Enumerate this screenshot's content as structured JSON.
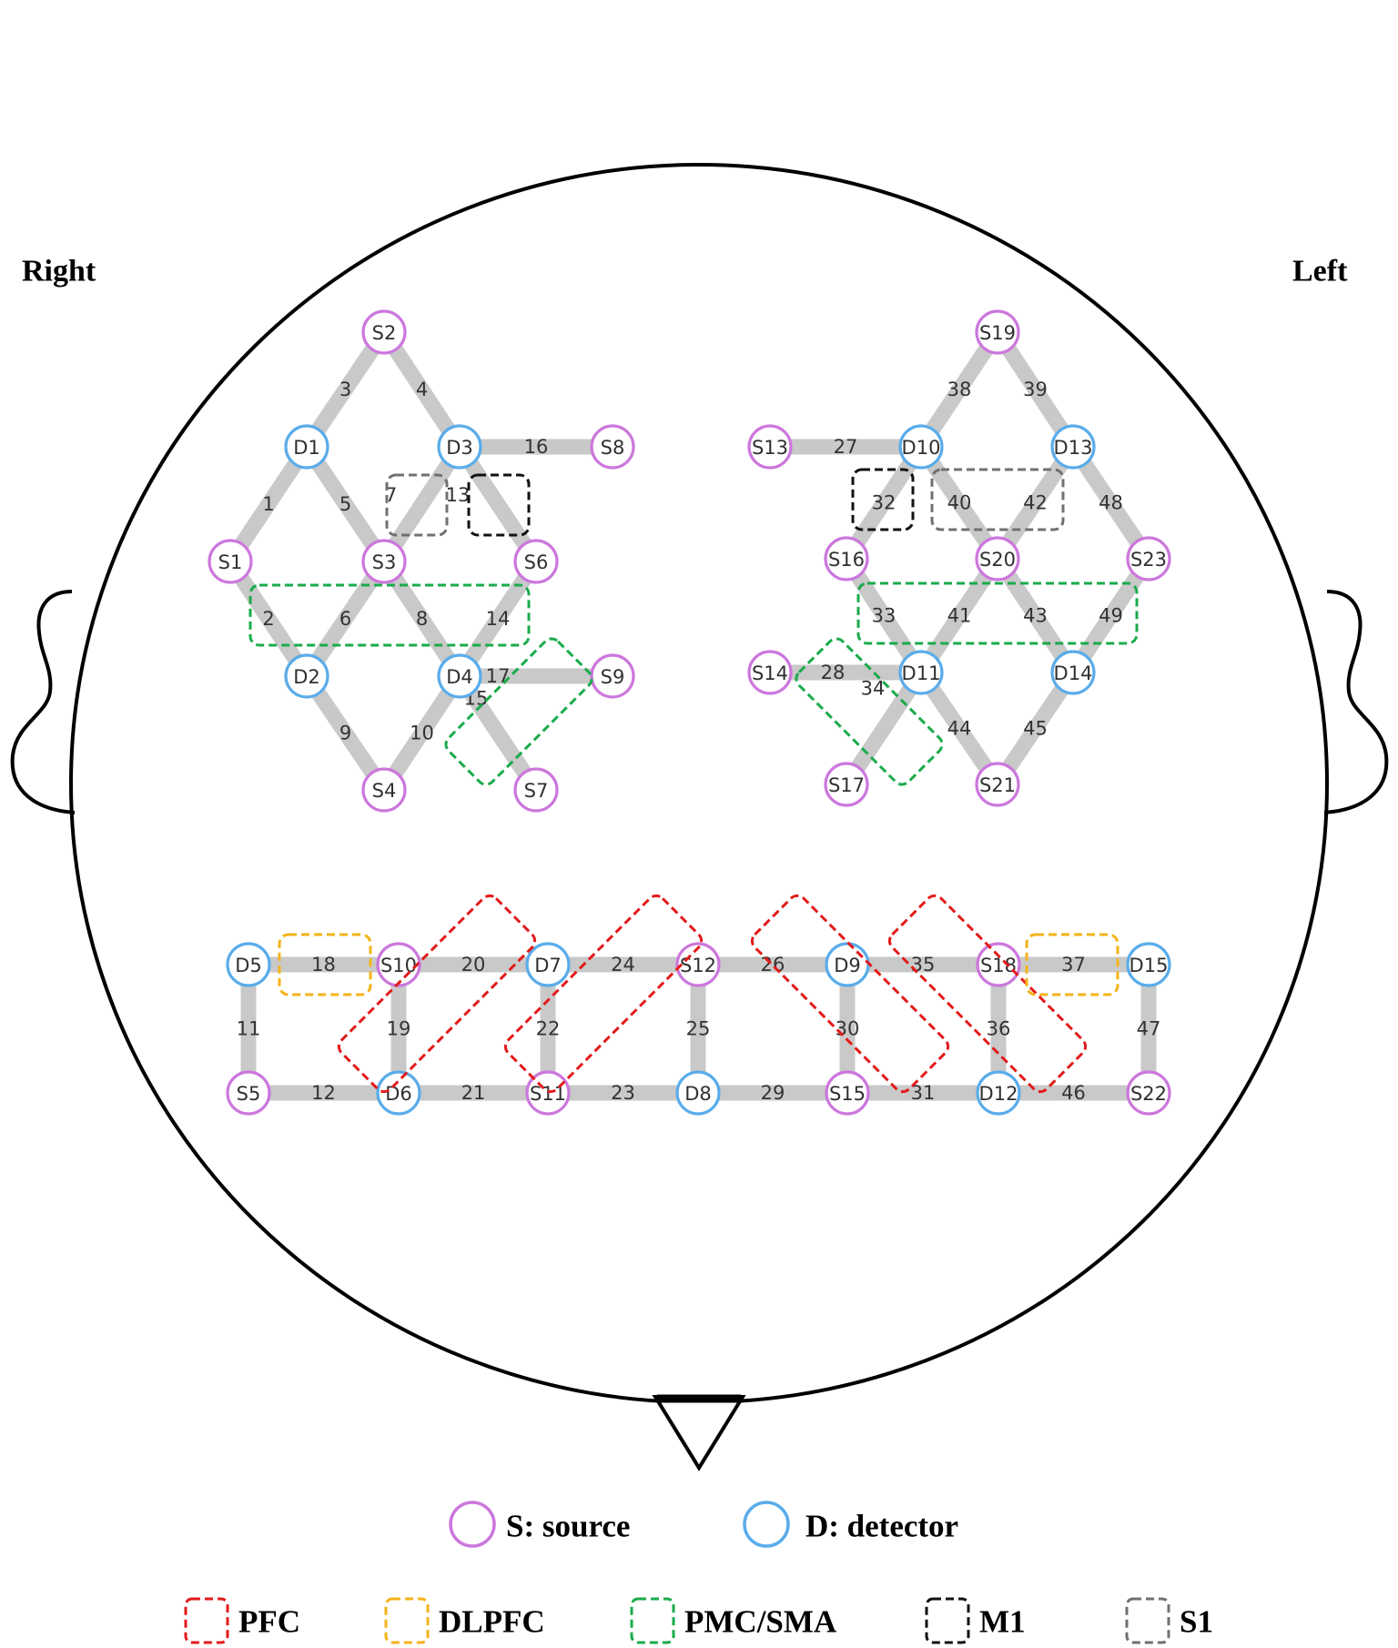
{
  "labels": {
    "right": "Right",
    "left": "Left"
  },
  "legend": {
    "source": "S: source",
    "detector": "D: detector",
    "regions": [
      {
        "key": "PFC",
        "label": "PFC",
        "color": "#e21b1b"
      },
      {
        "key": "DLPFC",
        "label": "DLPFC",
        "color": "#f5b31a"
      },
      {
        "key": "PMC",
        "label": "PMC/SMA",
        "color": "#1aab4b"
      },
      {
        "key": "M1",
        "label": "M1",
        "color": "#111111"
      },
      {
        "key": "S1",
        "label": "S1",
        "color": "#707070"
      }
    ]
  },
  "colors": {
    "source": "#cc77dd",
    "detector": "#5aacea",
    "channel": "#c9c9c9",
    "outline": "#000000"
  },
  "optodes": [
    {
      "id": "S1",
      "type": "source"
    },
    {
      "id": "S2",
      "type": "source"
    },
    {
      "id": "S3",
      "type": "source"
    },
    {
      "id": "S4",
      "type": "source"
    },
    {
      "id": "S5",
      "type": "source"
    },
    {
      "id": "S6",
      "type": "source"
    },
    {
      "id": "S7",
      "type": "source"
    },
    {
      "id": "S8",
      "type": "source"
    },
    {
      "id": "S9",
      "type": "source"
    },
    {
      "id": "S10",
      "type": "source"
    },
    {
      "id": "S11",
      "type": "source"
    },
    {
      "id": "S12",
      "type": "source"
    },
    {
      "id": "S13",
      "type": "source"
    },
    {
      "id": "S14",
      "type": "source"
    },
    {
      "id": "S15",
      "type": "source"
    },
    {
      "id": "S16",
      "type": "source"
    },
    {
      "id": "S17",
      "type": "source"
    },
    {
      "id": "S18",
      "type": "source"
    },
    {
      "id": "S19",
      "type": "source"
    },
    {
      "id": "S20",
      "type": "source"
    },
    {
      "id": "S21",
      "type": "source"
    },
    {
      "id": "S22",
      "type": "source"
    },
    {
      "id": "S23",
      "type": "source"
    },
    {
      "id": "D1",
      "type": "detector"
    },
    {
      "id": "D2",
      "type": "detector"
    },
    {
      "id": "D3",
      "type": "detector"
    },
    {
      "id": "D4",
      "type": "detector"
    },
    {
      "id": "D5",
      "type": "detector"
    },
    {
      "id": "D6",
      "type": "detector"
    },
    {
      "id": "D7",
      "type": "detector"
    },
    {
      "id": "D8",
      "type": "detector"
    },
    {
      "id": "D9",
      "type": "detector"
    },
    {
      "id": "D10",
      "type": "detector"
    },
    {
      "id": "D11",
      "type": "detector"
    },
    {
      "id": "D12",
      "type": "detector"
    },
    {
      "id": "D13",
      "type": "detector"
    },
    {
      "id": "D14",
      "type": "detector"
    },
    {
      "id": "D15",
      "type": "detector"
    }
  ],
  "channels": [
    {
      "n": "1",
      "a": "S1",
      "b": "D1"
    },
    {
      "n": "2",
      "a": "S1",
      "b": "D2"
    },
    {
      "n": "3",
      "a": "S2",
      "b": "D1"
    },
    {
      "n": "4",
      "a": "S2",
      "b": "D3"
    },
    {
      "n": "5",
      "a": "S3",
      "b": "D1"
    },
    {
      "n": "6",
      "a": "S3",
      "b": "D2"
    },
    {
      "n": "7",
      "a": "S3",
      "b": "D3"
    },
    {
      "n": "8",
      "a": "S3",
      "b": "D4"
    },
    {
      "n": "9",
      "a": "S4",
      "b": "D2"
    },
    {
      "n": "10",
      "a": "S4",
      "b": "D4"
    },
    {
      "n": "11",
      "a": "S5",
      "b": "D5"
    },
    {
      "n": "12",
      "a": "S5",
      "b": "D6"
    },
    {
      "n": "13",
      "a": "S6",
      "b": "D3"
    },
    {
      "n": "14",
      "a": "S6",
      "b": "D4"
    },
    {
      "n": "15",
      "a": "S7",
      "b": "D4"
    },
    {
      "n": "16",
      "a": "S8",
      "b": "D3"
    },
    {
      "n": "17",
      "a": "S9",
      "b": "D4"
    },
    {
      "n": "18",
      "a": "S10",
      "b": "D5"
    },
    {
      "n": "19",
      "a": "S10",
      "b": "D6"
    },
    {
      "n": "20",
      "a": "S10",
      "b": "D7"
    },
    {
      "n": "21",
      "a": "S11",
      "b": "D6"
    },
    {
      "n": "22",
      "a": "S11",
      "b": "D7"
    },
    {
      "n": "23",
      "a": "S11",
      "b": "D8"
    },
    {
      "n": "24",
      "a": "S12",
      "b": "D7"
    },
    {
      "n": "25",
      "a": "S12",
      "b": "D8"
    },
    {
      "n": "26",
      "a": "S12",
      "b": "D9"
    },
    {
      "n": "27",
      "a": "S13",
      "b": "D10"
    },
    {
      "n": "28",
      "a": "S14",
      "b": "D11"
    },
    {
      "n": "29",
      "a": "S15",
      "b": "D8"
    },
    {
      "n": "30",
      "a": "S15",
      "b": "D9"
    },
    {
      "n": "31",
      "a": "S15",
      "b": "D12"
    },
    {
      "n": "32",
      "a": "S16",
      "b": "D10"
    },
    {
      "n": "33",
      "a": "S16",
      "b": "D11"
    },
    {
      "n": "34",
      "a": "S17",
      "b": "D11"
    },
    {
      "n": "35",
      "a": "S18",
      "b": "D9"
    },
    {
      "n": "36",
      "a": "S18",
      "b": "D12"
    },
    {
      "n": "37",
      "a": "S18",
      "b": "D15"
    },
    {
      "n": "38",
      "a": "S19",
      "b": "D10"
    },
    {
      "n": "39",
      "a": "S19",
      "b": "D13"
    },
    {
      "n": "40",
      "a": "S20",
      "b": "D10"
    },
    {
      "n": "41",
      "a": "S20",
      "b": "D11"
    },
    {
      "n": "42",
      "a": "S20",
      "b": "D13"
    },
    {
      "n": "43",
      "a": "S20",
      "b": "D14"
    },
    {
      "n": "44",
      "a": "S21",
      "b": "D11"
    },
    {
      "n": "45",
      "a": "S21",
      "b": "D14"
    },
    {
      "n": "46",
      "a": "S22",
      "b": "D12"
    },
    {
      "n": "47",
      "a": "S22",
      "b": "D15"
    },
    {
      "n": "48",
      "a": "S23",
      "b": "D13"
    },
    {
      "n": "49",
      "a": "S23",
      "b": "D14"
    }
  ],
  "region_channels": {
    "PFC": [
      "19",
      "20",
      "21",
      "22",
      "24",
      "26",
      "30",
      "31",
      "35",
      "36"
    ],
    "DLPFC": [
      "18",
      "37"
    ],
    "PMC": [
      "2",
      "6",
      "8",
      "14",
      "15",
      "17",
      "28",
      "33",
      "34",
      "41",
      "43",
      "49"
    ],
    "M1": [
      "13",
      "32"
    ],
    "S1": [
      "7",
      "40",
      "42"
    ]
  }
}
